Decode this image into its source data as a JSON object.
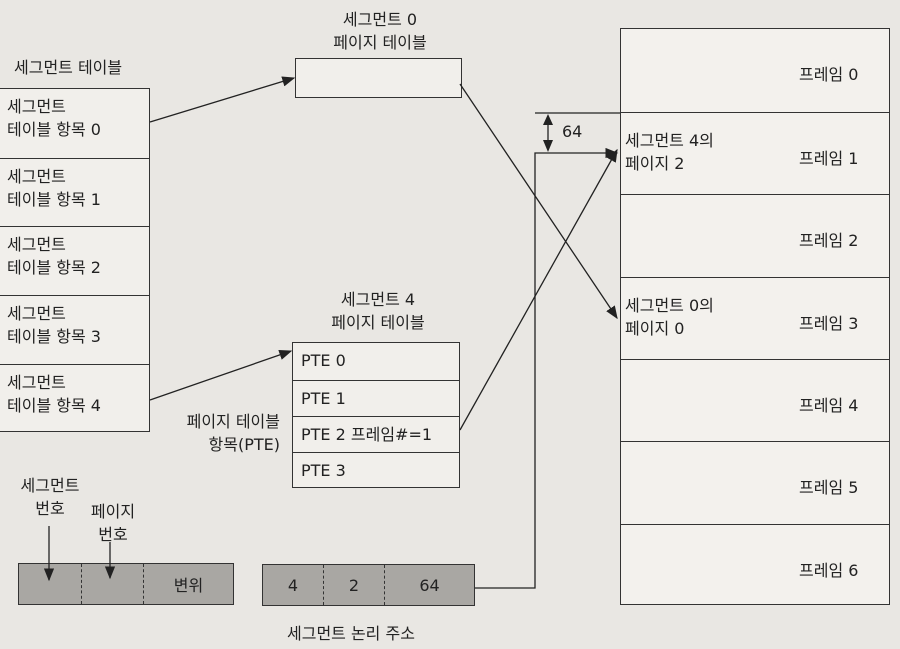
{
  "segment_table": {
    "title": "세그먼트 테이블",
    "entries": [
      [
        "세그먼트",
        "테이블 항목 0"
      ],
      [
        "세그먼트",
        "테이블 항목 1"
      ],
      [
        "세그먼트",
        "테이블 항목 2"
      ],
      [
        "세그먼트",
        "테이블 항목 3"
      ],
      [
        "세그먼트",
        "테이블 항목 4"
      ]
    ]
  },
  "seg0_page_table": {
    "title": [
      "세그먼트 0",
      "페이지 테이블"
    ]
  },
  "seg4_page_table": {
    "title": [
      "세그먼트 4",
      "페이지 테이블"
    ],
    "entries": [
      "PTE 0",
      "PTE 1",
      "PTE 2 프레임#=1",
      "PTE 3"
    ]
  },
  "pte_label": [
    "페이지 테이블",
    "항목(PTE)"
  ],
  "frames": {
    "labels": [
      "프레임 0",
      "프레임 1",
      "프레임 2",
      "프레임 3",
      "프레임 4",
      "프레임 5",
      "프레임 6"
    ],
    "notes": {
      "frame1": [
        "세그먼트 4의",
        "페이지 2"
      ],
      "frame3": [
        "세그먼트 0의",
        "페이지 0"
      ]
    }
  },
  "offset_marker": "64",
  "address_format": {
    "segment_number_label": [
      "세그먼트",
      "번호"
    ],
    "page_number_label": [
      "페이지",
      "번호"
    ],
    "offset_label": "변위"
  },
  "logical_address": {
    "values": [
      "4",
      "2",
      "64"
    ],
    "caption": "세그먼트 논리 주소"
  }
}
